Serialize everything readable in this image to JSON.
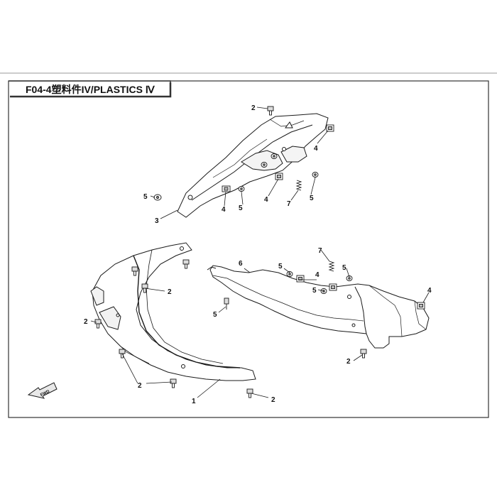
{
  "page": {
    "title": "F04-4塑料件IV/PLASTICS Ⅳ",
    "fwd_label": "FWD"
  },
  "callouts": {
    "c1": "1",
    "c2a": "2",
    "c2b": "2",
    "c2c": "2",
    "c2d": "2",
    "c2e": "2",
    "c2f": "2",
    "c3": "3",
    "c4a": "4",
    "c4b": "4",
    "c4c": "4",
    "c4d": "4",
    "c4e": "4",
    "c5a": "5",
    "c5b": "5",
    "c5c": "5",
    "c5d": "5",
    "c5e": "5",
    "c5f": "5",
    "c6": "6",
    "c7a": "7",
    "c7b": "7"
  },
  "colors": {
    "line": "#1a1a1a",
    "frame": "#333333",
    "part_fill": "#ffffff",
    "shade": "#e6e6e6"
  }
}
